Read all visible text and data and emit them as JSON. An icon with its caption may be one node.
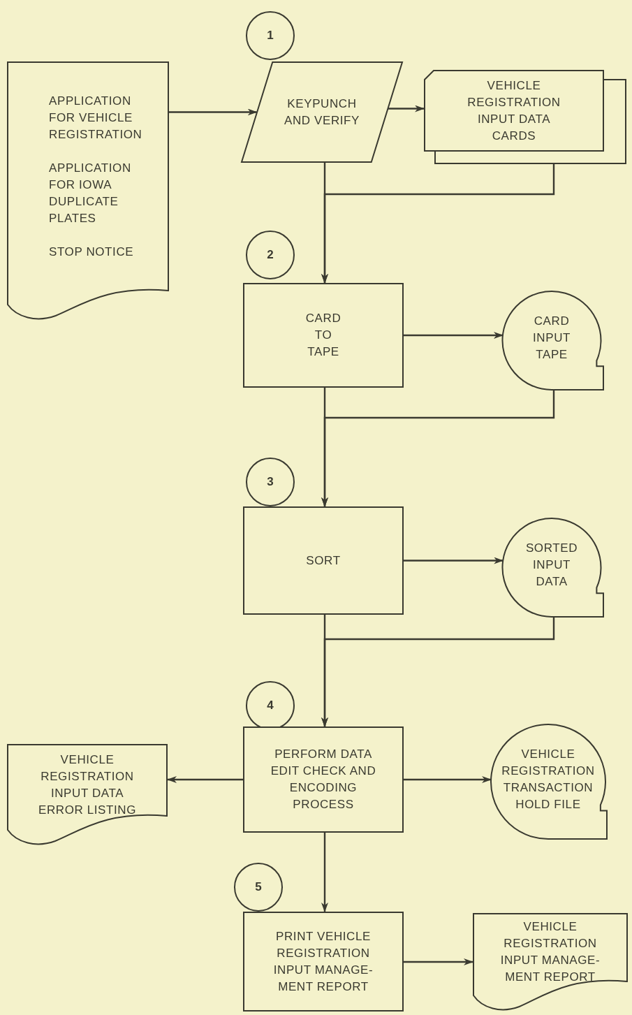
{
  "diagram": {
    "nodes": [
      {
        "text": [
          "APPLICATION FOR VEHICLE REGISTRATION",
          "APPLICATION FOR IOWA DUPLICATE PLATES",
          "STOP NOTICE"
        ]
      },
      {
        "text": [
          "1"
        ]
      },
      {
        "text": [
          "KEYPUNCH AND VERIFY"
        ]
      },
      {
        "text": [
          "VEHICLE REGISTRATION INPUT DATA CARDS"
        ]
      },
      {
        "text": [
          "2"
        ]
      },
      {
        "text": [
          "CARD TO TAPE"
        ]
      },
      {
        "text": [
          "CARD INPUT TAPE"
        ]
      },
      {
        "text": [
          "3"
        ]
      },
      {
        "text": [
          "SORT"
        ]
      },
      {
        "text": [
          "SORTED INPUT DATA"
        ]
      },
      {
        "text": [
          "4"
        ]
      },
      {
        "text": [
          "PERFORM DATA EDIT CHECK AND ENCODING PROCESS"
        ]
      },
      {
        "text": [
          "VEHICLE REGISTRATION INPUT DATA ERROR LISTING"
        ]
      },
      {
        "text": [
          "VEHICLE REGISTRATION TRANSACTION HOLD FILE"
        ]
      },
      {
        "text": [
          "5"
        ]
      },
      {
        "text": [
          "PRINT VEHICLE REGISTRATION INPUT MANAGE- MENT REPORT"
        ]
      },
      {
        "text": [
          "VEHICLE REGISTRATION INPUT MANAGE- MENT REPORT"
        ]
      }
    ],
    "edges": [
      {
        "from": 0,
        "to": 2,
        "arrow": "to"
      },
      {
        "from": 2,
        "to": 3,
        "arrow": "to"
      },
      {
        "from": 2,
        "to": 5,
        "arrow": "to"
      },
      {
        "from": 3,
        "to": 5,
        "arrow": "to"
      },
      {
        "from": 5,
        "to": 6,
        "arrow": "to"
      },
      {
        "from": 5,
        "to": 8,
        "arrow": "to"
      },
      {
        "from": 6,
        "to": 8,
        "arrow": "to"
      },
      {
        "from": 8,
        "to": 9,
        "arrow": "to"
      },
      {
        "from": 8,
        "to": 11,
        "arrow": "to"
      },
      {
        "from": 9,
        "to": 11,
        "arrow": "to"
      },
      {
        "from": 11,
        "to": 12,
        "arrow": "to"
      },
      {
        "from": 11,
        "to": 13,
        "arrow": "to"
      },
      {
        "from": 11,
        "to": 15,
        "arrow": "to"
      },
      {
        "from": 15,
        "to": 16,
        "arrow": "to"
      }
    ]
  }
}
